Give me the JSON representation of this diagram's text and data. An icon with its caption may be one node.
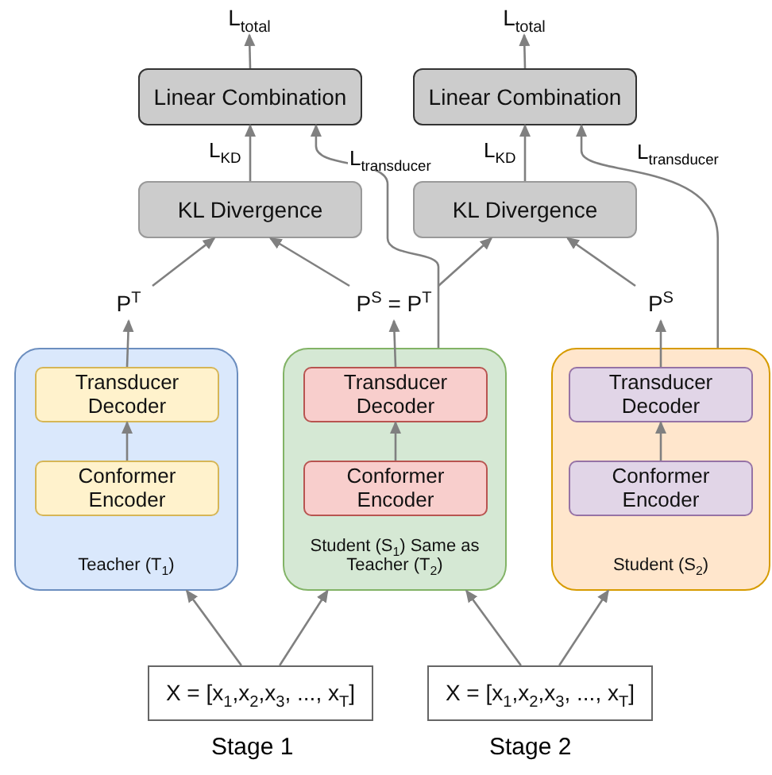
{
  "diagram": {
    "nodes": [
      {
        "text": [
          "L$_{total}$"
        ]
      },
      {
        "text": [
          "L$_{total}$"
        ]
      },
      {
        "text": [
          "Linear Combination"
        ]
      },
      {
        "text": [
          "Linear Combination"
        ]
      },
      {
        "text": [
          "KL Divergence"
        ]
      },
      {
        "text": [
          "KL Divergence"
        ]
      },
      {
        "text": [
          "P$^{T}$"
        ]
      },
      {
        "text": [
          "P$^{S}$ = P$^{T}$"
        ]
      },
      {
        "text": [
          "P$^{S}$"
        ]
      },
      {
        "text": [
          "Teacher (T$_{1}$)"
        ]
      },
      {
        "text": [
          "Transducer Decoder"
        ],
        "in": 9
      },
      {
        "text": [
          "Conformer Encoder"
        ],
        "in": 9
      },
      {
        "text": [
          "Student (S$_{1}$) Same as Teacher (T$_{2}$)"
        ]
      },
      {
        "text": [
          "Transducer Decoder"
        ],
        "in": 12
      },
      {
        "text": [
          "Conformer Encoder"
        ],
        "in": 12
      },
      {
        "text": [
          "Student (S$_{2}$)"
        ]
      },
      {
        "text": [
          "Transducer Decoder"
        ],
        "in": 15
      },
      {
        "text": [
          "Conformer Encoder"
        ],
        "in": 15
      },
      {
        "text": [
          "X = [x$_{1}$,x$_{2}$,x$_{3}$, ..., x$_{T}$]"
        ]
      },
      {
        "text": [
          "X = [x$_{1}$,x$_{2}$,x$_{3}$, ..., x$_{T}$]"
        ]
      }
    ],
    "edges": [
      {
        "from": 2,
        "to": 0,
        "arrow": "to"
      },
      {
        "from": 3,
        "to": 1,
        "arrow": "to"
      },
      {
        "from": 4,
        "to": 2,
        "arrow": "to",
        "label": "L$_{KD}$"
      },
      {
        "from": 5,
        "to": 3,
        "arrow": "to",
        "label": "L$_{KD}$"
      },
      {
        "from": 12,
        "to": 2,
        "arrow": "to",
        "label": "L$_{transducer}$"
      },
      {
        "from": 15,
        "to": 3,
        "arrow": "to",
        "label": "L$_{transducer}$"
      },
      {
        "from": 6,
        "to": 4,
        "arrow": "to"
      },
      {
        "from": 7,
        "to": 4,
        "arrow": "to"
      },
      {
        "from": 7,
        "to": 5,
        "arrow": "to"
      },
      {
        "from": 8,
        "to": 5,
        "arrow": "to"
      },
      {
        "from": 10,
        "to": 6,
        "arrow": "to"
      },
      {
        "from": 13,
        "to": 7,
        "arrow": "to"
      },
      {
        "from": 16,
        "to": 8,
        "arrow": "to"
      },
      {
        "from": 11,
        "to": 10,
        "arrow": "to"
      },
      {
        "from": 14,
        "to": 13,
        "arrow": "to"
      },
      {
        "from": 17,
        "to": 16,
        "arrow": "to"
      },
      {
        "from": 18,
        "to": 9,
        "arrow": "to"
      },
      {
        "from": 18,
        "to": 12,
        "arrow": "to"
      },
      {
        "from": 19,
        "to": 12,
        "arrow": "to"
      },
      {
        "from": 19,
        "to": 15,
        "arrow": "to"
      }
    ],
    "labels": [
      "Stage 1",
      "Stage 2"
    ]
  }
}
